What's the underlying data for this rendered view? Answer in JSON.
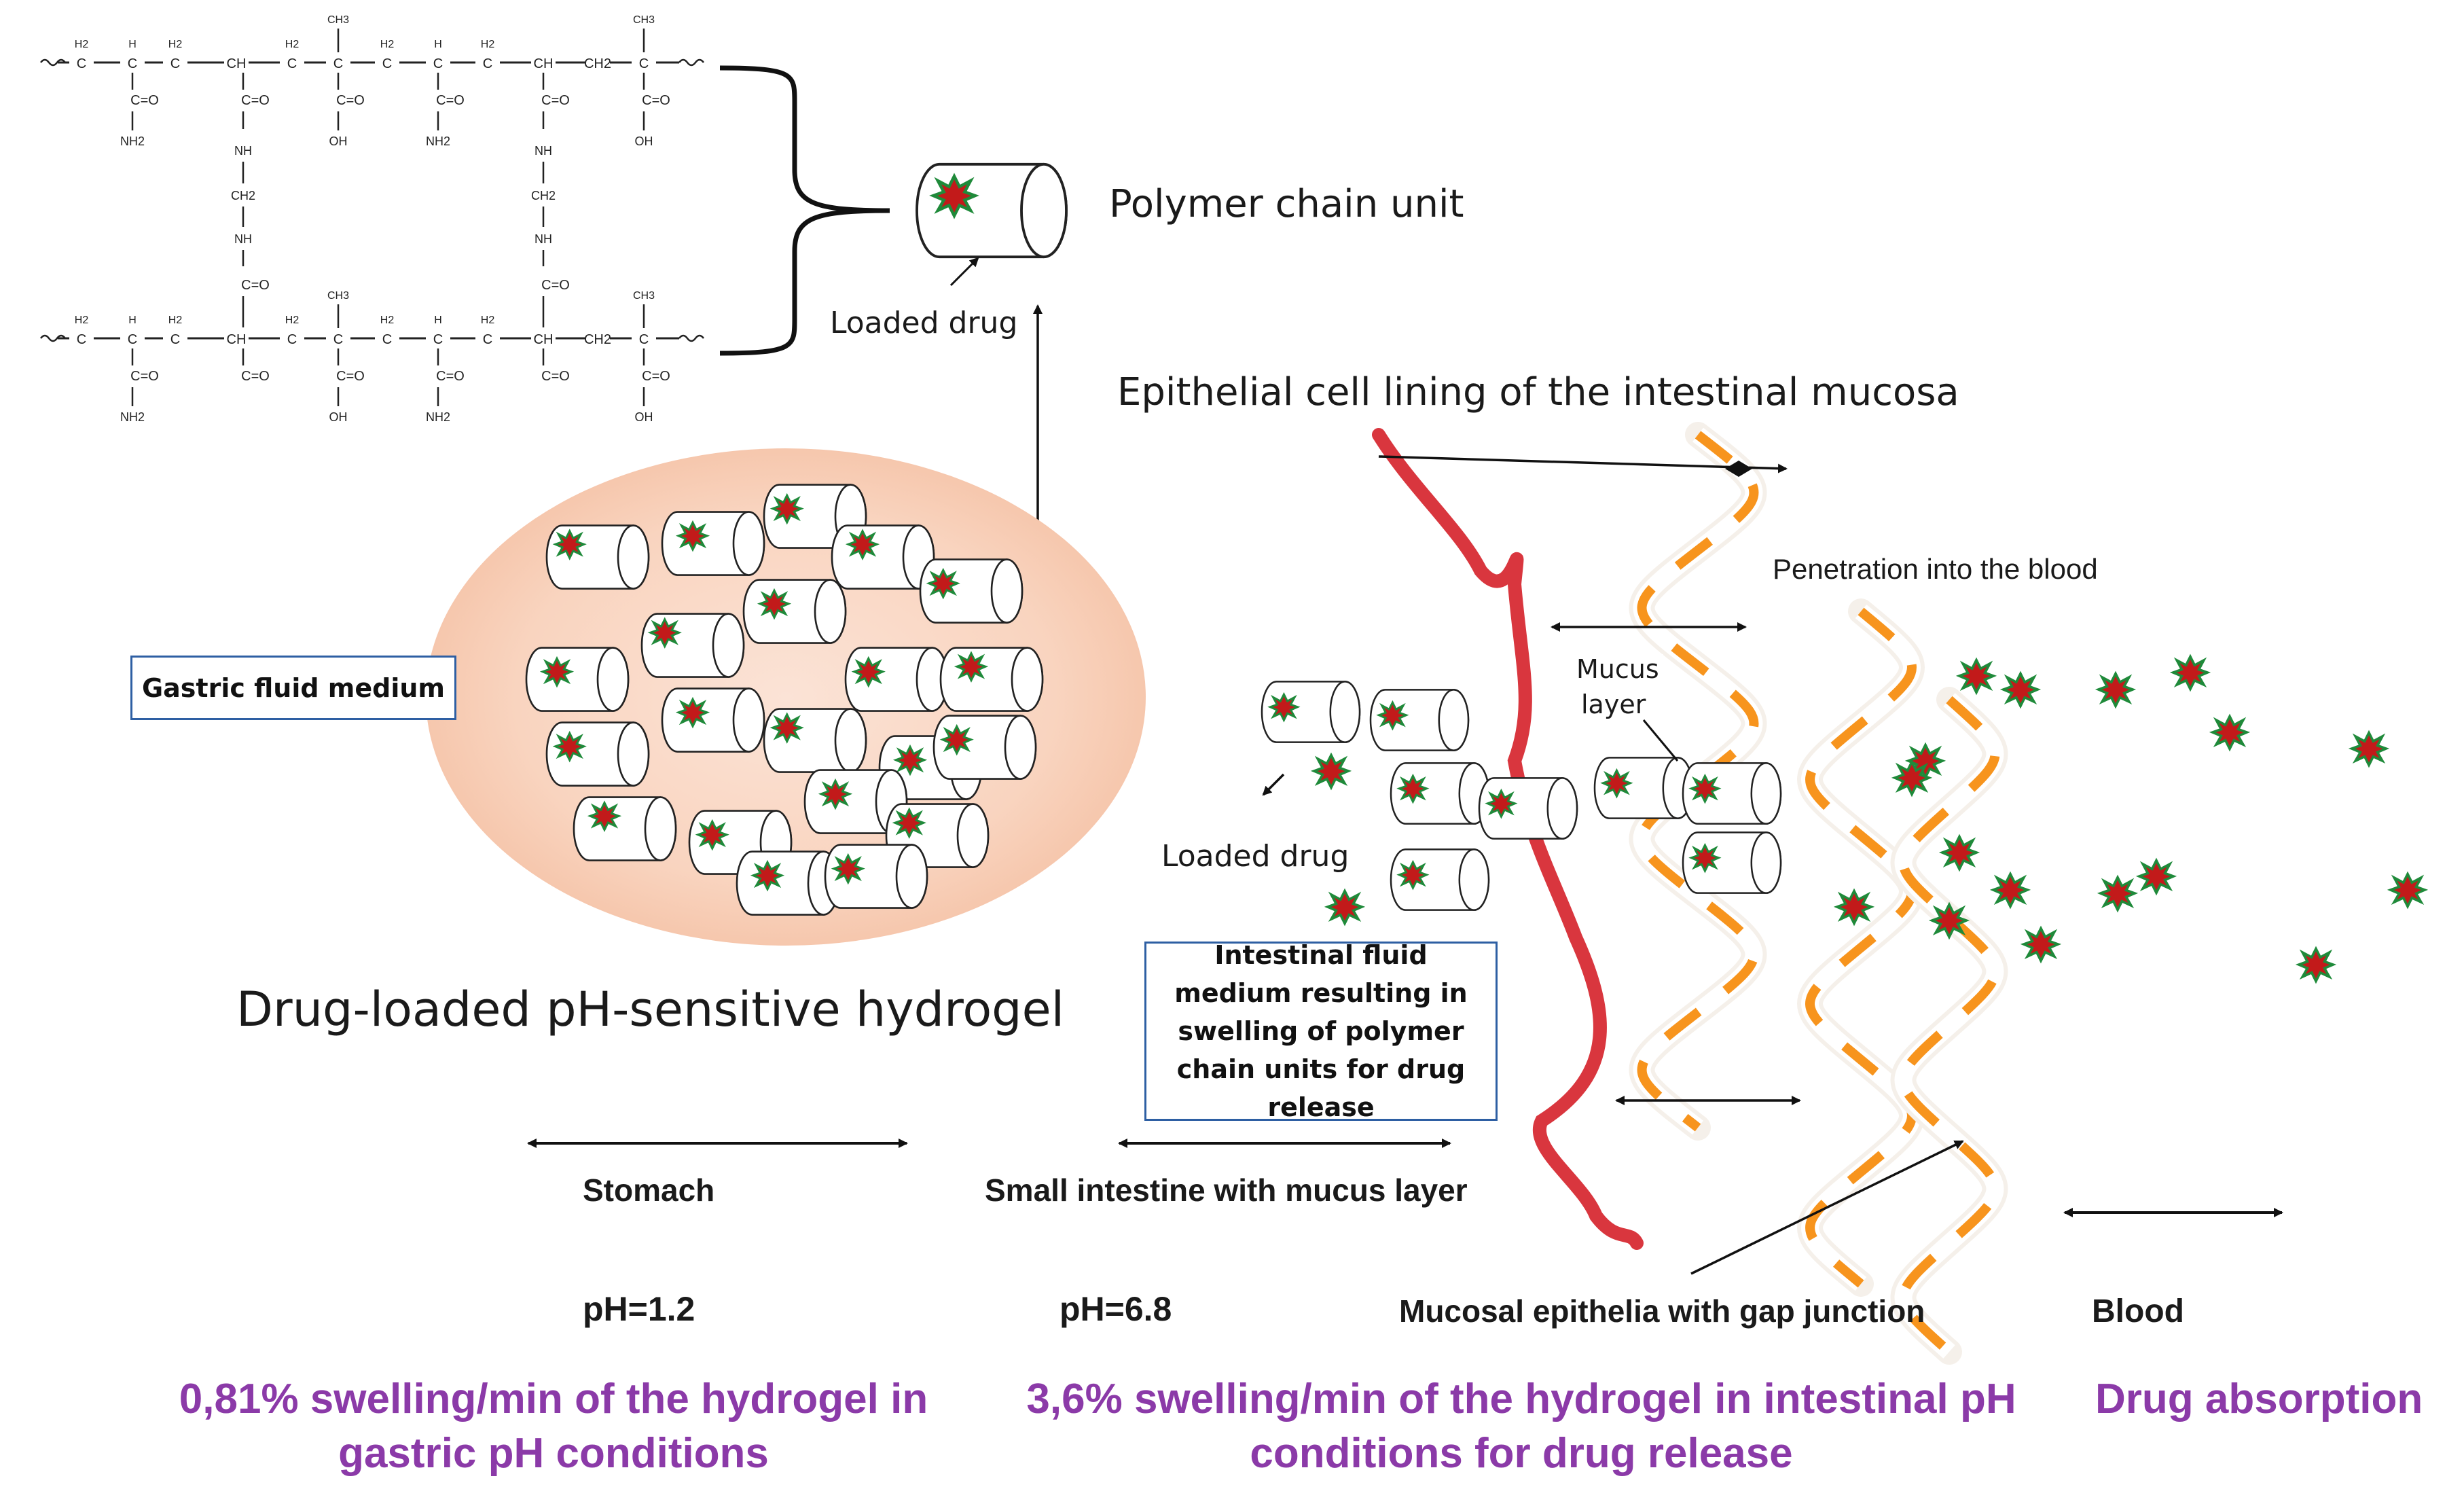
{
  "labels": {
    "polymer_chain_unit": "Polymer chain unit",
    "loaded_drug_top": "Loaded drug",
    "epithelial_lining": "Epithelial cell lining of the intestinal mucosa",
    "penetration": "Penetration into the blood",
    "mucus_layer_1": "Mucus",
    "mucus_layer_2": "layer",
    "loaded_drug_mid": "Loaded drug",
    "drug_loaded_hydrogel": "Drug-loaded pH-sensitive hydrogel",
    "stomach": "Stomach",
    "small_intestine": "Small intestine with mucus layer",
    "ph_stomach": "pH=1.2",
    "ph_intestine": "pH=6.8",
    "mucosal_epithelia": "Mucosal epithelia with gap junction",
    "blood": "Blood"
  },
  "boxes": {
    "gastric": "Gastric fluid  medium",
    "intestinal": "Intestinal fluid medium resulting in swelling of polymer chain units for drug release"
  },
  "captions": {
    "gastric_swelling": "0,81% swelling/min of the hydrogel in gastric pH conditions",
    "intestinal_swelling": "3,6% swelling/min of the hydrogel in intestinal pH conditions for drug release",
    "drug_absorption": "Drug absorption"
  },
  "chem": {
    "ch3": "CH3",
    "ch2": "CH2",
    "h2": "H2",
    "h": "H",
    "c": "C",
    "ch": "CH",
    "co": "C=O",
    "nh2": "NH2",
    "oh": "OH",
    "nh": "NH"
  },
  "colors": {
    "capsule_cloud": "#f9d8c6",
    "drug": "#c21a1a",
    "drug_outline": "#1f8a3a",
    "mucus_line": "#d9363e",
    "epithelium": "#f7941d",
    "box_border": "#2e5fa3",
    "caption": "#8b3aa8"
  }
}
